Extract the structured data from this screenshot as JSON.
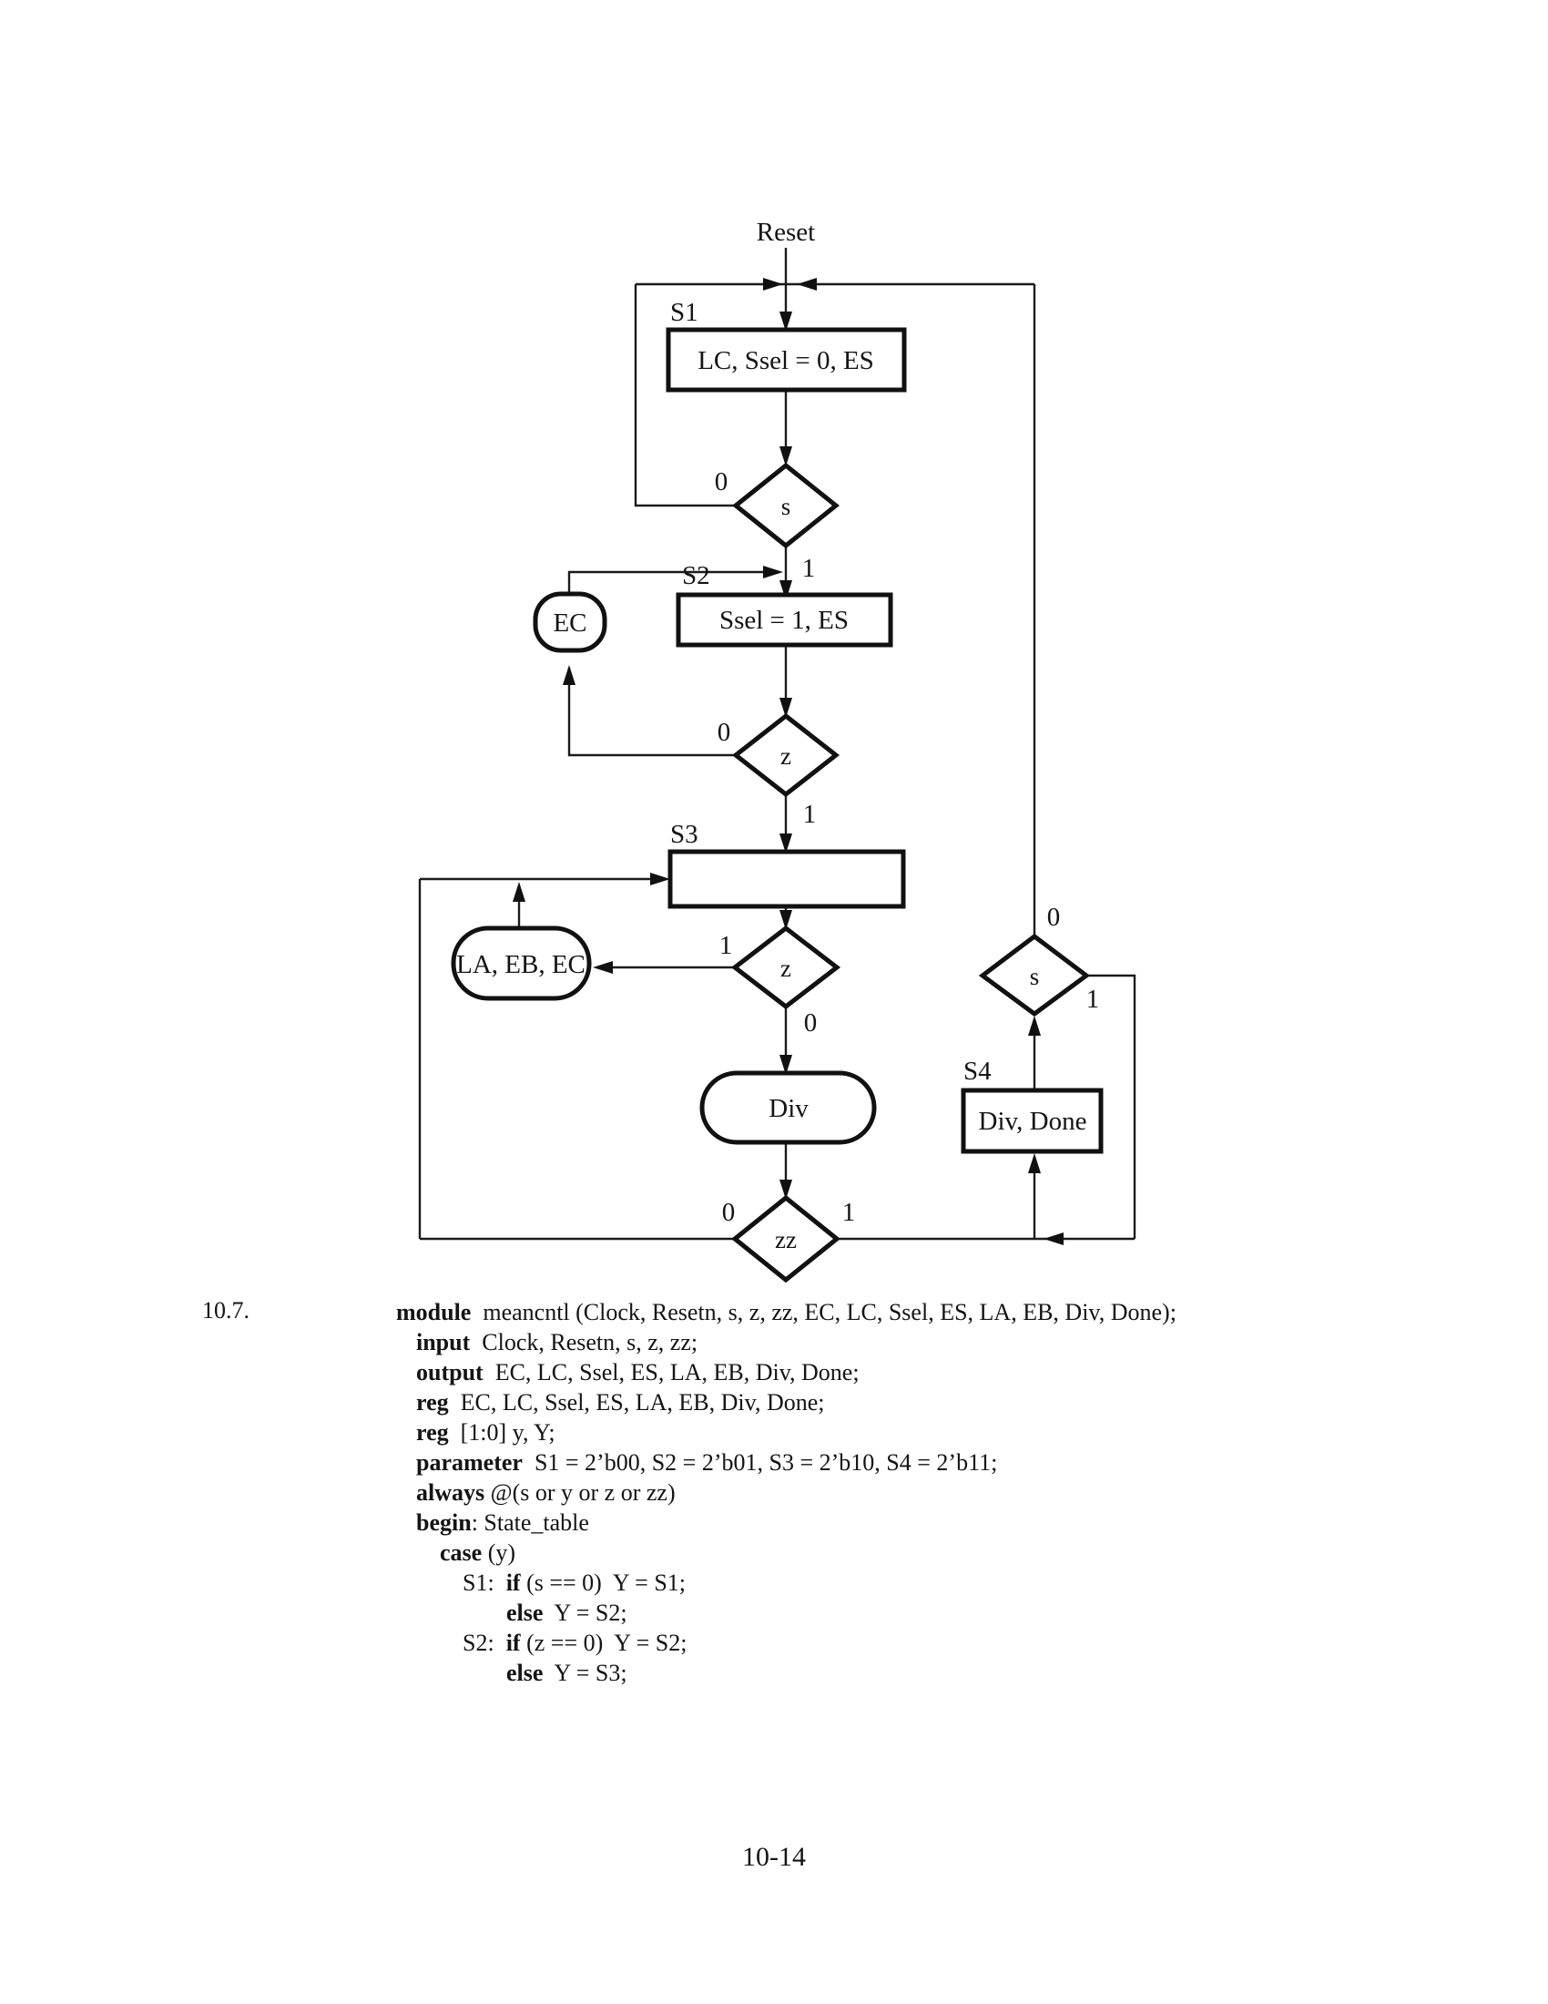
{
  "page": {
    "number": "10-14"
  },
  "problem": {
    "number": "10.7."
  },
  "flowchart": {
    "reset_label": "Reset",
    "state_tags": {
      "s1": "S1",
      "s2": "S2",
      "s3": "S3",
      "s4": "S4"
    },
    "state_boxes": {
      "s1": "LC, Ssel = 0, ES",
      "s2": "Ssel = 1, ES",
      "s3": "",
      "s4": "Div, Done"
    },
    "decisions": {
      "s1": "s",
      "z1": "z",
      "z2": "z",
      "zz": "zz",
      "s4": "s"
    },
    "outputs": {
      "ec": "EC",
      "la_eb_ec": "LA, EB, EC",
      "div": "Div"
    },
    "branches": {
      "s1_0": "0",
      "s1_1": "1",
      "z1_0": "0",
      "z1_1": "1",
      "z2_1": "1",
      "z2_0": "0",
      "zz_0": "0",
      "zz_1": "1",
      "s4_0": "0",
      "s4_1": "1"
    }
  },
  "code": {
    "lines": [
      {
        "indent": 0,
        "segments": [
          {
            "b": true,
            "t": "module"
          },
          {
            "b": false,
            "t": "  meancntl (Clock, Resetn, s, z, zz, EC, LC, Ssel, ES, LA, EB, Div, Done);"
          }
        ]
      },
      {
        "indent": 1,
        "segments": [
          {
            "b": true,
            "t": "input"
          },
          {
            "b": false,
            "t": "  Clock, Resetn, s, z, zz;"
          }
        ]
      },
      {
        "indent": 1,
        "segments": [
          {
            "b": true,
            "t": "output"
          },
          {
            "b": false,
            "t": "  EC, LC, Ssel, ES, LA, EB, Div, Done;"
          }
        ]
      },
      {
        "indent": 1,
        "segments": [
          {
            "b": true,
            "t": "reg"
          },
          {
            "b": false,
            "t": "  EC, LC, Ssel, ES, LA, EB, Div, Done;"
          }
        ]
      },
      {
        "indent": 1,
        "segments": [
          {
            "b": true,
            "t": "reg"
          },
          {
            "b": false,
            "t": "  [1:0] y, Y;"
          }
        ]
      },
      {
        "indent": 1,
        "segments": [
          {
            "b": true,
            "t": "parameter"
          },
          {
            "b": false,
            "t": "  S1 = 2’b00, S2 = 2’b01, S3 = 2’b10, S4 = 2’b11;"
          }
        ]
      },
      {
        "indent": 1,
        "segments": [
          {
            "b": true,
            "t": "always"
          },
          {
            "b": false,
            "t": " @(s or y or z or zz)"
          }
        ]
      },
      {
        "indent": 1,
        "segments": [
          {
            "b": true,
            "t": "begin"
          },
          {
            "b": false,
            "t": ": State_table"
          }
        ]
      },
      {
        "indent": 2,
        "segments": [
          {
            "b": true,
            "t": "case"
          },
          {
            "b": false,
            "t": " (y)"
          }
        ]
      },
      {
        "indent": 3,
        "segments": [
          {
            "b": false,
            "t": "S1:  "
          },
          {
            "b": true,
            "t": "if"
          },
          {
            "b": false,
            "t": " (s == 0)  Y = S1;"
          }
        ]
      },
      {
        "indent": 4,
        "segments": [
          {
            "b": true,
            "t": "else"
          },
          {
            "b": false,
            "t": "  Y = S2;"
          }
        ]
      },
      {
        "indent": 3,
        "segments": [
          {
            "b": false,
            "t": "S2:  "
          },
          {
            "b": true,
            "t": "if"
          },
          {
            "b": false,
            "t": " (z == 0)  Y = S2;"
          }
        ]
      },
      {
        "indent": 4,
        "segments": [
          {
            "b": true,
            "t": "else"
          },
          {
            "b": false,
            "t": "  Y = S3;"
          }
        ]
      }
    ]
  }
}
